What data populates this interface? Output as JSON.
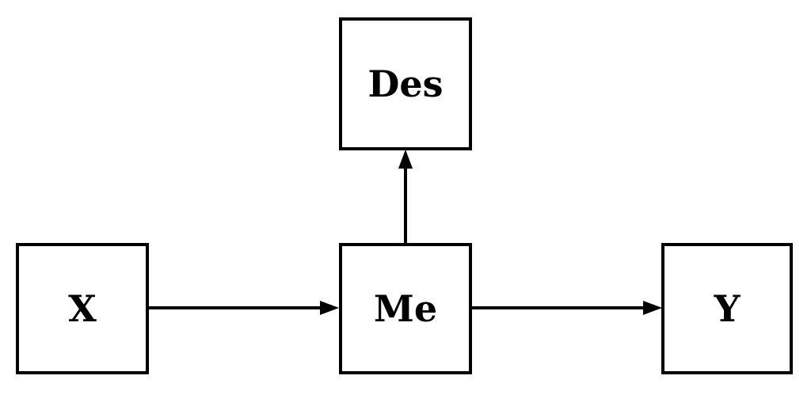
{
  "nodes": {
    "x": {
      "label": "X"
    },
    "me": {
      "label": "Me"
    },
    "des": {
      "label": "Des"
    },
    "y": {
      "label": "Y"
    }
  },
  "edges": [
    {
      "from": "X",
      "to": "Me"
    },
    {
      "from": "Me",
      "to": "Y"
    },
    {
      "from": "Me",
      "to": "Des"
    }
  ],
  "colors": {
    "stroke": "#000000",
    "background": "#ffffff"
  }
}
